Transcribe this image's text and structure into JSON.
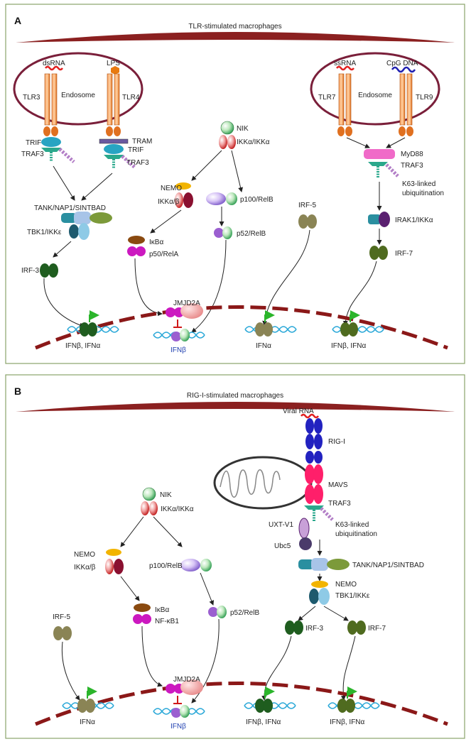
{
  "panel_a": {
    "letter": "A",
    "title": "TLR-stimulated macrophages",
    "endosome_left": {
      "tlr3": "TLR3",
      "tlr4": "TLR4",
      "label": "Endosome",
      "ligand1": "dsRNA",
      "ligand2": "LPS"
    },
    "endosome_right": {
      "tlr7": "TLR7",
      "tlr9": "TLR9",
      "label": "Endosome",
      "ligand1": "ssRNA",
      "ligand2": "CpG DNA"
    },
    "labels": {
      "trif_left": "TRIF",
      "traf3_left": "TRAF3",
      "tram": "TRAM",
      "trif_right": "TRIF",
      "traf3_right": "TRAF3",
      "tank": "TANK/NAP1/SINTBAD",
      "tbk1": "TBK1/IKKε",
      "irf3": "IRF-3",
      "nik": "NIK",
      "ikk_aa": "IKKα/IKKα",
      "nemo": "NEMO",
      "ikk_ab": "IKKα/β",
      "p100": "p100/RelB",
      "p52": "p52/RelB",
      "ikba": "IκBα",
      "p50": "p50/RelA",
      "jmjd2a": "JMJD2A",
      "irf5": "IRF-5",
      "myd88": "MyD88",
      "traf3_myd": "TRAF3",
      "k63_1": "K63-linked",
      "k63_2": "ubiquitination",
      "irak1": "IRAK1/IKKα",
      "irf7": "IRF-7"
    },
    "genes": {
      "g1": "IFNβ, IFNα",
      "g2": "IFNβ",
      "g3": "IFNα",
      "g4": "IFNβ, IFNα"
    }
  },
  "panel_b": {
    "letter": "B",
    "title": "RIG-I-stimulated macrophages",
    "labels": {
      "viral_rna": "Viral RNA",
      "rigi": "RIG-I",
      "mavs": "MAVS",
      "traf3": "TRAF3",
      "uxt": "UXT-V1",
      "ubc5": "Ubc5",
      "k63_1": "K63-linked",
      "k63_2": "ubiquitination",
      "tank": "TANK/NAP1/SINTBAD",
      "nemo_r": "NEMO",
      "tbk1": "TBK1/IKKε",
      "irf3": "IRF-3",
      "irf7": "IRF-7",
      "nik": "NIK",
      "ikk_aa": "IKKα/IKKα",
      "nemo": "NEMO",
      "ikk_ab": "IKKα/β",
      "p100": "p100/RelB",
      "p52": "p52/RelB",
      "ikba": "IκBα",
      "nfkb1": "NF-κB1",
      "jmjd2a": "JMJD2A",
      "irf5": "IRF-5"
    },
    "genes": {
      "g1": "IFNα",
      "g2": "IFNβ",
      "g3": "IFNβ, IFNα",
      "g4": "IFNβ, IFNα"
    }
  },
  "colors": {
    "membrane": "#8b2020",
    "irf3": "#1f5d1f",
    "irf7": "#4f6b1f",
    "irf5": "#8a8455",
    "dna": "#2aa8d8",
    "arrow_green": "#2bb52b",
    "magenta": "#cc19c0",
    "jmjd": "#f4a0a0"
  }
}
